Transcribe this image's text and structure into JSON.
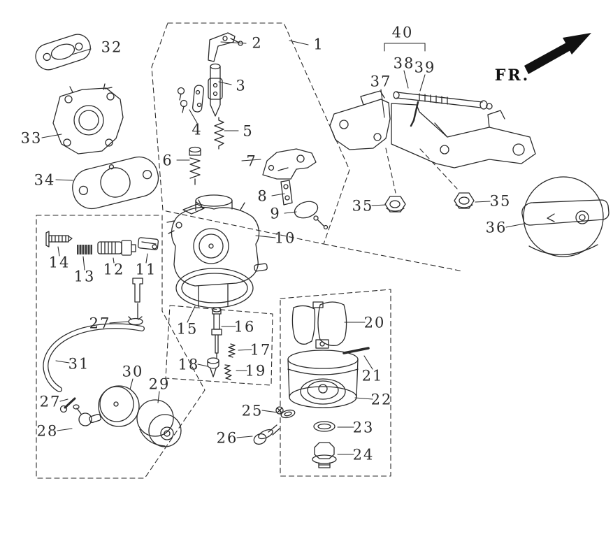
{
  "diagram": {
    "fr_label": "FR.",
    "labels": [
      {
        "part": "32",
        "text": "32"
      },
      {
        "part": "2",
        "text": "2"
      },
      {
        "part": "1",
        "text": "1"
      },
      {
        "part": "40",
        "text": "40"
      },
      {
        "part": "37",
        "text": "37"
      },
      {
        "part": "38",
        "text": "38"
      },
      {
        "part": "39",
        "text": "39"
      },
      {
        "part": "3",
        "text": "3"
      },
      {
        "part": "4",
        "text": "4"
      },
      {
        "part": "5",
        "text": "5"
      },
      {
        "part": "33",
        "text": "33"
      },
      {
        "part": "6",
        "text": "6"
      },
      {
        "part": "7",
        "text": "7"
      },
      {
        "part": "34",
        "text": "34"
      },
      {
        "part": "8",
        "text": "8"
      },
      {
        "part": "9",
        "text": "9"
      },
      {
        "part": "35",
        "text": "35"
      },
      {
        "part": "35",
        "text": "35"
      },
      {
        "part": "36",
        "text": "36"
      },
      {
        "part": "10",
        "text": "10"
      },
      {
        "part": "14",
        "text": "14"
      },
      {
        "part": "13",
        "text": "13"
      },
      {
        "part": "12",
        "text": "12"
      },
      {
        "part": "11",
        "text": "11"
      },
      {
        "part": "15",
        "text": "15"
      },
      {
        "part": "27",
        "text": "27"
      },
      {
        "part": "16",
        "text": "16"
      },
      {
        "part": "17",
        "text": "17"
      },
      {
        "part": "18",
        "text": "18"
      },
      {
        "part": "19",
        "text": "19"
      },
      {
        "part": "20",
        "text": "20"
      },
      {
        "part": "21",
        "text": "21"
      },
      {
        "part": "22",
        "text": "22"
      },
      {
        "part": "31",
        "text": "31"
      },
      {
        "part": "30",
        "text": "30"
      },
      {
        "part": "29",
        "text": "29"
      },
      {
        "part": "25",
        "text": "25"
      },
      {
        "part": "26",
        "text": "26"
      },
      {
        "part": "23",
        "text": "23"
      },
      {
        "part": "24",
        "text": "24"
      },
      {
        "part": "27",
        "text": "27"
      },
      {
        "part": "28",
        "text": "28"
      }
    ]
  }
}
